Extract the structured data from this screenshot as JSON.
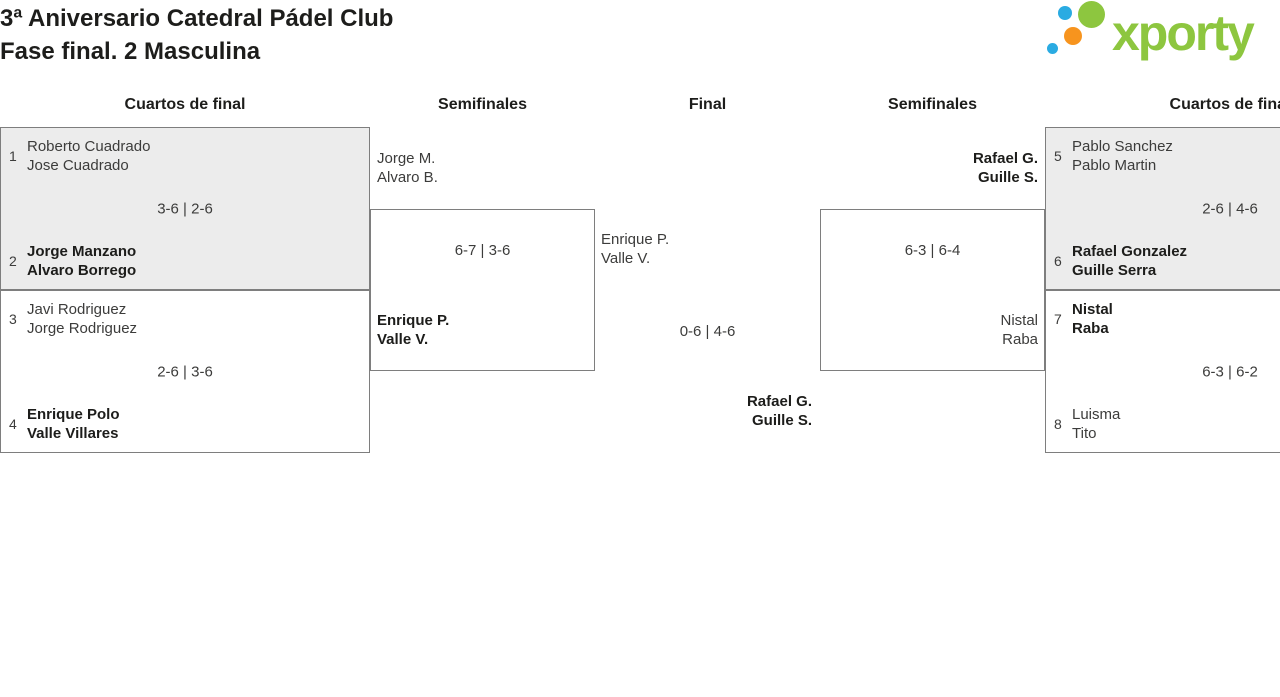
{
  "header": {
    "title_line1": "3ª Aniversario Catedral Pádel Club",
    "title_line2": "Fase final. 2 Masculina",
    "logo_text": "xporty"
  },
  "colors": {
    "logo_green": "#8dc63f",
    "logo_blue": "#2aabe2",
    "logo_orange": "#f7941e",
    "match_alt_background": "#ececec",
    "border_gray": "#7e7e7e",
    "text_dark": "#1d1d1b",
    "text_gray": "#3c3c3b"
  },
  "round_labels": [
    "Cuartos de final",
    "Semifinales",
    "Final",
    "Semifinales",
    "Cuartos de final"
  ],
  "bracket": {
    "qf_left_top": {
      "seed_a": "1",
      "a1": "Roberto Cuadrado",
      "a2": "Jose Cuadrado",
      "score": "3-6 | 2-6",
      "seed_b": "2",
      "b1": "Jorge Manzano",
      "b2": "Alvaro Borrego"
    },
    "qf_left_bottom": {
      "seed_a": "3",
      "a1": "Javi Rodriguez",
      "a2": "Jorge Rodriguez",
      "score": "2-6 | 3-6",
      "seed_b": "4",
      "b1": "Enrique Polo",
      "b2": "Valle Villares"
    },
    "sf_left": {
      "a1": "Jorge M.",
      "a2": "Alvaro B.",
      "score": "6-7 | 3-6",
      "b1": "Enrique P.",
      "b2": "Valle V."
    },
    "final": {
      "a1": "Enrique P.",
      "a2": "Valle V.",
      "score": "0-6 | 4-6",
      "b1": "Rafael G.",
      "b2": "Guille S."
    },
    "sf_right": {
      "a1": "Rafael G.",
      "a2": "Guille S.",
      "score": "6-3 | 6-4",
      "b1": "Nistal",
      "b2": "Raba"
    },
    "qf_right_top": {
      "seed_a": "5",
      "a1": "Pablo Sanchez",
      "a2": "Pablo Martin",
      "score": "2-6 | 4-6",
      "seed_b": "6",
      "b1": "Rafael Gonzalez",
      "b2": "Guille Serra"
    },
    "qf_right_bottom": {
      "seed_a": "7",
      "a1": "Nistal",
      "a2": "Raba",
      "score": "6-3 | 6-2",
      "seed_b": "8",
      "b1": "Luisma",
      "b2": "Tito"
    }
  }
}
